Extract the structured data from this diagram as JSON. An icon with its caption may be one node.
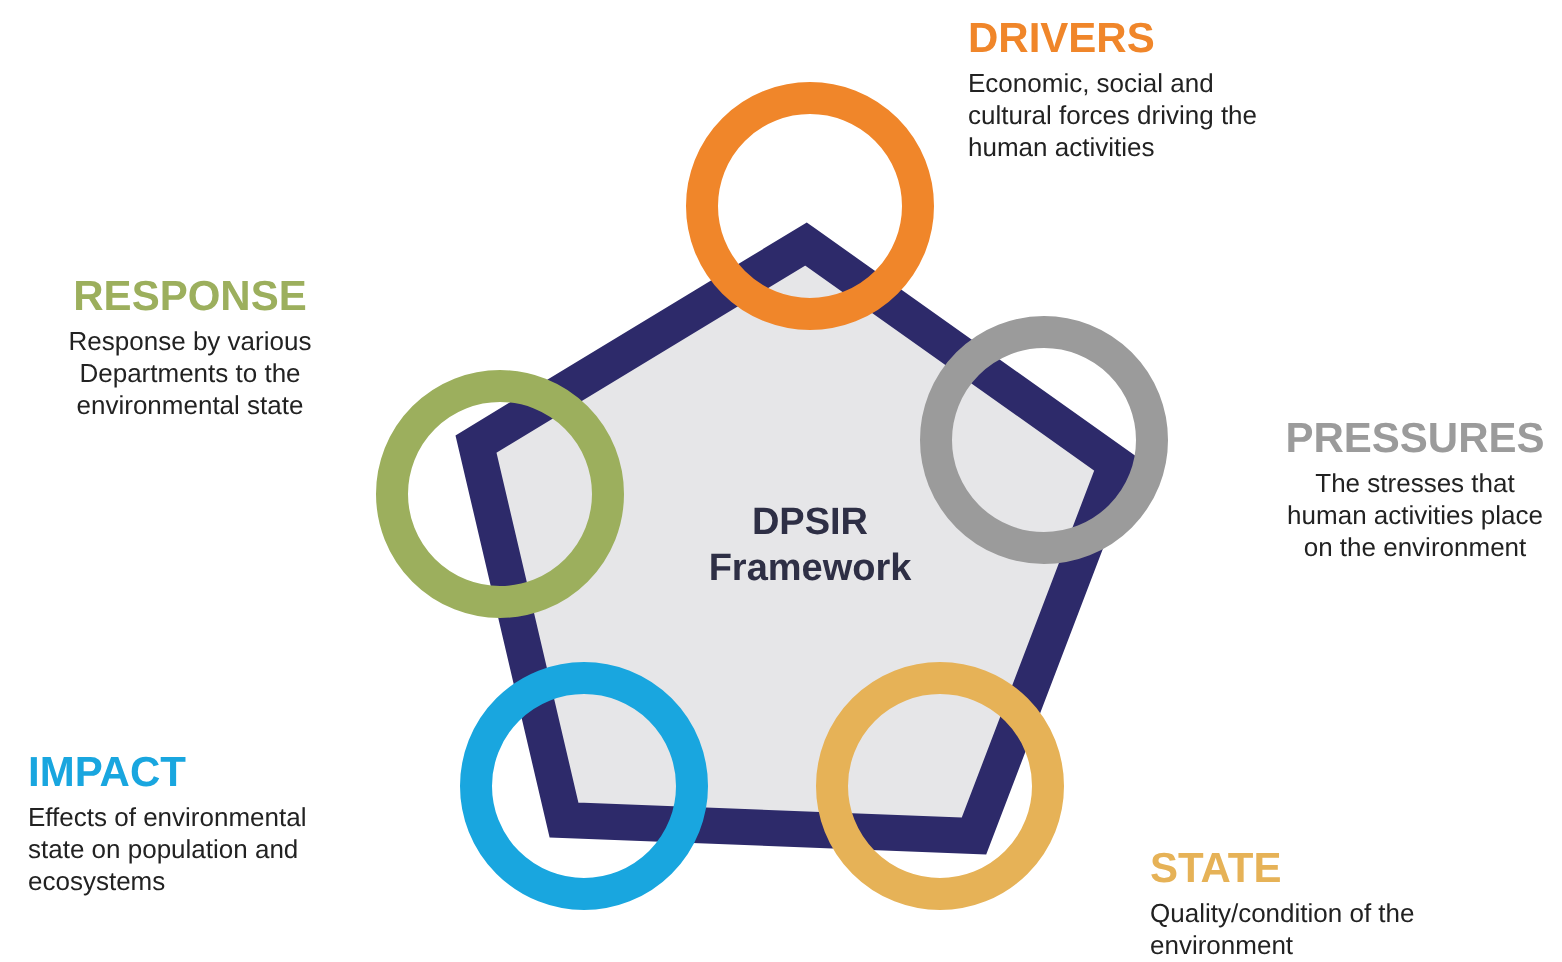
{
  "diagram": {
    "nodes": [
      {
        "text": [
          "DPSIR Framework"
        ]
      },
      {
        "text": [
          "DRIVERS",
          "Economic, social and cultural forces driving the human activities"
        ]
      },
      {
        "text": [
          "PRESSURES",
          "The stresses that human activities place on the environment"
        ]
      },
      {
        "text": [
          "STATE",
          "Quality/condition of the environment"
        ]
      },
      {
        "text": [
          "IMPACT",
          "Effects of environmental state on population and ecosystems"
        ]
      },
      {
        "text": [
          "RESPONSE",
          "Response by various Departments to the environmental state"
        ]
      }
    ],
    "edges": []
  }
}
